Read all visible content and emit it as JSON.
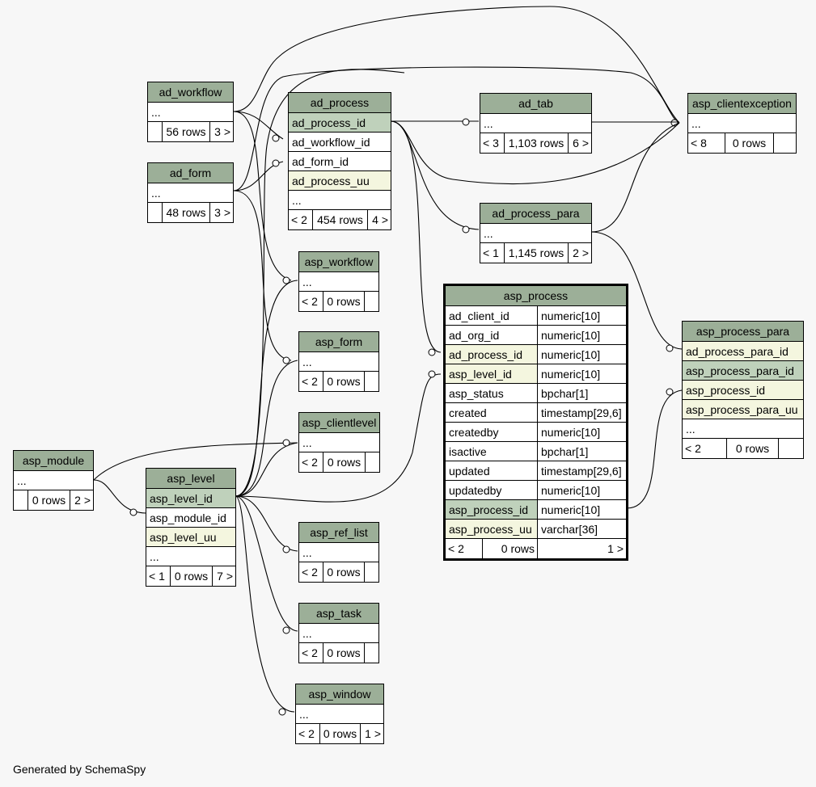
{
  "tables": {
    "ad_workflow": {
      "name": "ad_workflow",
      "rows": [
        "..."
      ],
      "footer": [
        "",
        "56 rows",
        "3 >"
      ]
    },
    "ad_form": {
      "name": "ad_form",
      "rows": [
        "..."
      ],
      "footer": [
        "",
        "48 rows",
        "3 >"
      ]
    },
    "ad_process": {
      "name": "ad_process",
      "rows": [
        "ad_process_id",
        "ad_workflow_id",
        "ad_form_id",
        "ad_process_uu",
        "..."
      ],
      "footer": [
        "< 2",
        "454 rows",
        "4 >"
      ]
    },
    "ad_tab": {
      "name": "ad_tab",
      "rows": [
        "..."
      ],
      "footer": [
        "< 3",
        "1,103 rows",
        "6 >"
      ]
    },
    "asp_clientexception": {
      "name": "asp_clientexception",
      "rows": [
        "..."
      ],
      "footer": [
        "< 8",
        "0 rows",
        ""
      ]
    },
    "ad_process_para": {
      "name": "ad_process_para",
      "rows": [
        "..."
      ],
      "footer": [
        "< 1",
        "1,145 rows",
        "2 >"
      ]
    },
    "asp_workflow": {
      "name": "asp_workflow",
      "rows": [
        "..."
      ],
      "footer": [
        "< 2",
        "0 rows",
        ""
      ]
    },
    "asp_form": {
      "name": "asp_form",
      "rows": [
        "..."
      ],
      "footer": [
        "< 2",
        "0 rows",
        ""
      ]
    },
    "asp_clientlevel": {
      "name": "asp_clientlevel",
      "rows": [
        "..."
      ],
      "footer": [
        "< 2",
        "0 rows",
        ""
      ]
    },
    "asp_module": {
      "name": "asp_module",
      "rows": [
        "..."
      ],
      "footer": [
        "",
        "0 rows",
        "2 >"
      ]
    },
    "asp_level": {
      "name": "asp_level",
      "rows": [
        "asp_level_id",
        "asp_module_id",
        "asp_level_uu",
        "..."
      ],
      "footer": [
        "< 1",
        "0 rows",
        "7 >"
      ]
    },
    "asp_ref_list": {
      "name": "asp_ref_list",
      "rows": [
        "..."
      ],
      "footer": [
        "< 2",
        "0 rows",
        ""
      ]
    },
    "asp_task": {
      "name": "asp_task",
      "rows": [
        "..."
      ],
      "footer": [
        "< 2",
        "0 rows",
        ""
      ]
    },
    "asp_window": {
      "name": "asp_window",
      "rows": [
        "..."
      ],
      "footer": [
        "< 2",
        "0 rows",
        "1 >"
      ]
    },
    "asp_process_para": {
      "name": "asp_process_para",
      "rows": [
        "ad_process_para_id",
        "asp_process_para_id",
        "asp_process_id",
        "asp_process_para_uu",
        "..."
      ],
      "footer": [
        "< 2",
        "0 rows",
        ""
      ]
    },
    "asp_process": {
      "name": "asp_process",
      "columns": [
        {
          "name": "ad_client_id",
          "type": "numeric[10]"
        },
        {
          "name": "ad_org_id",
          "type": "numeric[10]"
        },
        {
          "name": "ad_process_id",
          "type": "numeric[10]"
        },
        {
          "name": "asp_level_id",
          "type": "numeric[10]"
        },
        {
          "name": "asp_status",
          "type": "bpchar[1]"
        },
        {
          "name": "created",
          "type": "timestamp[29,6]"
        },
        {
          "name": "createdby",
          "type": "numeric[10]"
        },
        {
          "name": "isactive",
          "type": "bpchar[1]"
        },
        {
          "name": "updated",
          "type": "timestamp[29,6]"
        },
        {
          "name": "updatedby",
          "type": "numeric[10]"
        },
        {
          "name": "asp_process_id",
          "type": "numeric[10]"
        },
        {
          "name": "asp_process_uu",
          "type": "varchar[36]"
        }
      ],
      "footer": [
        "< 2",
        "0 rows",
        "1 >"
      ]
    }
  },
  "generated_by": "Generated by SchemaSpy"
}
